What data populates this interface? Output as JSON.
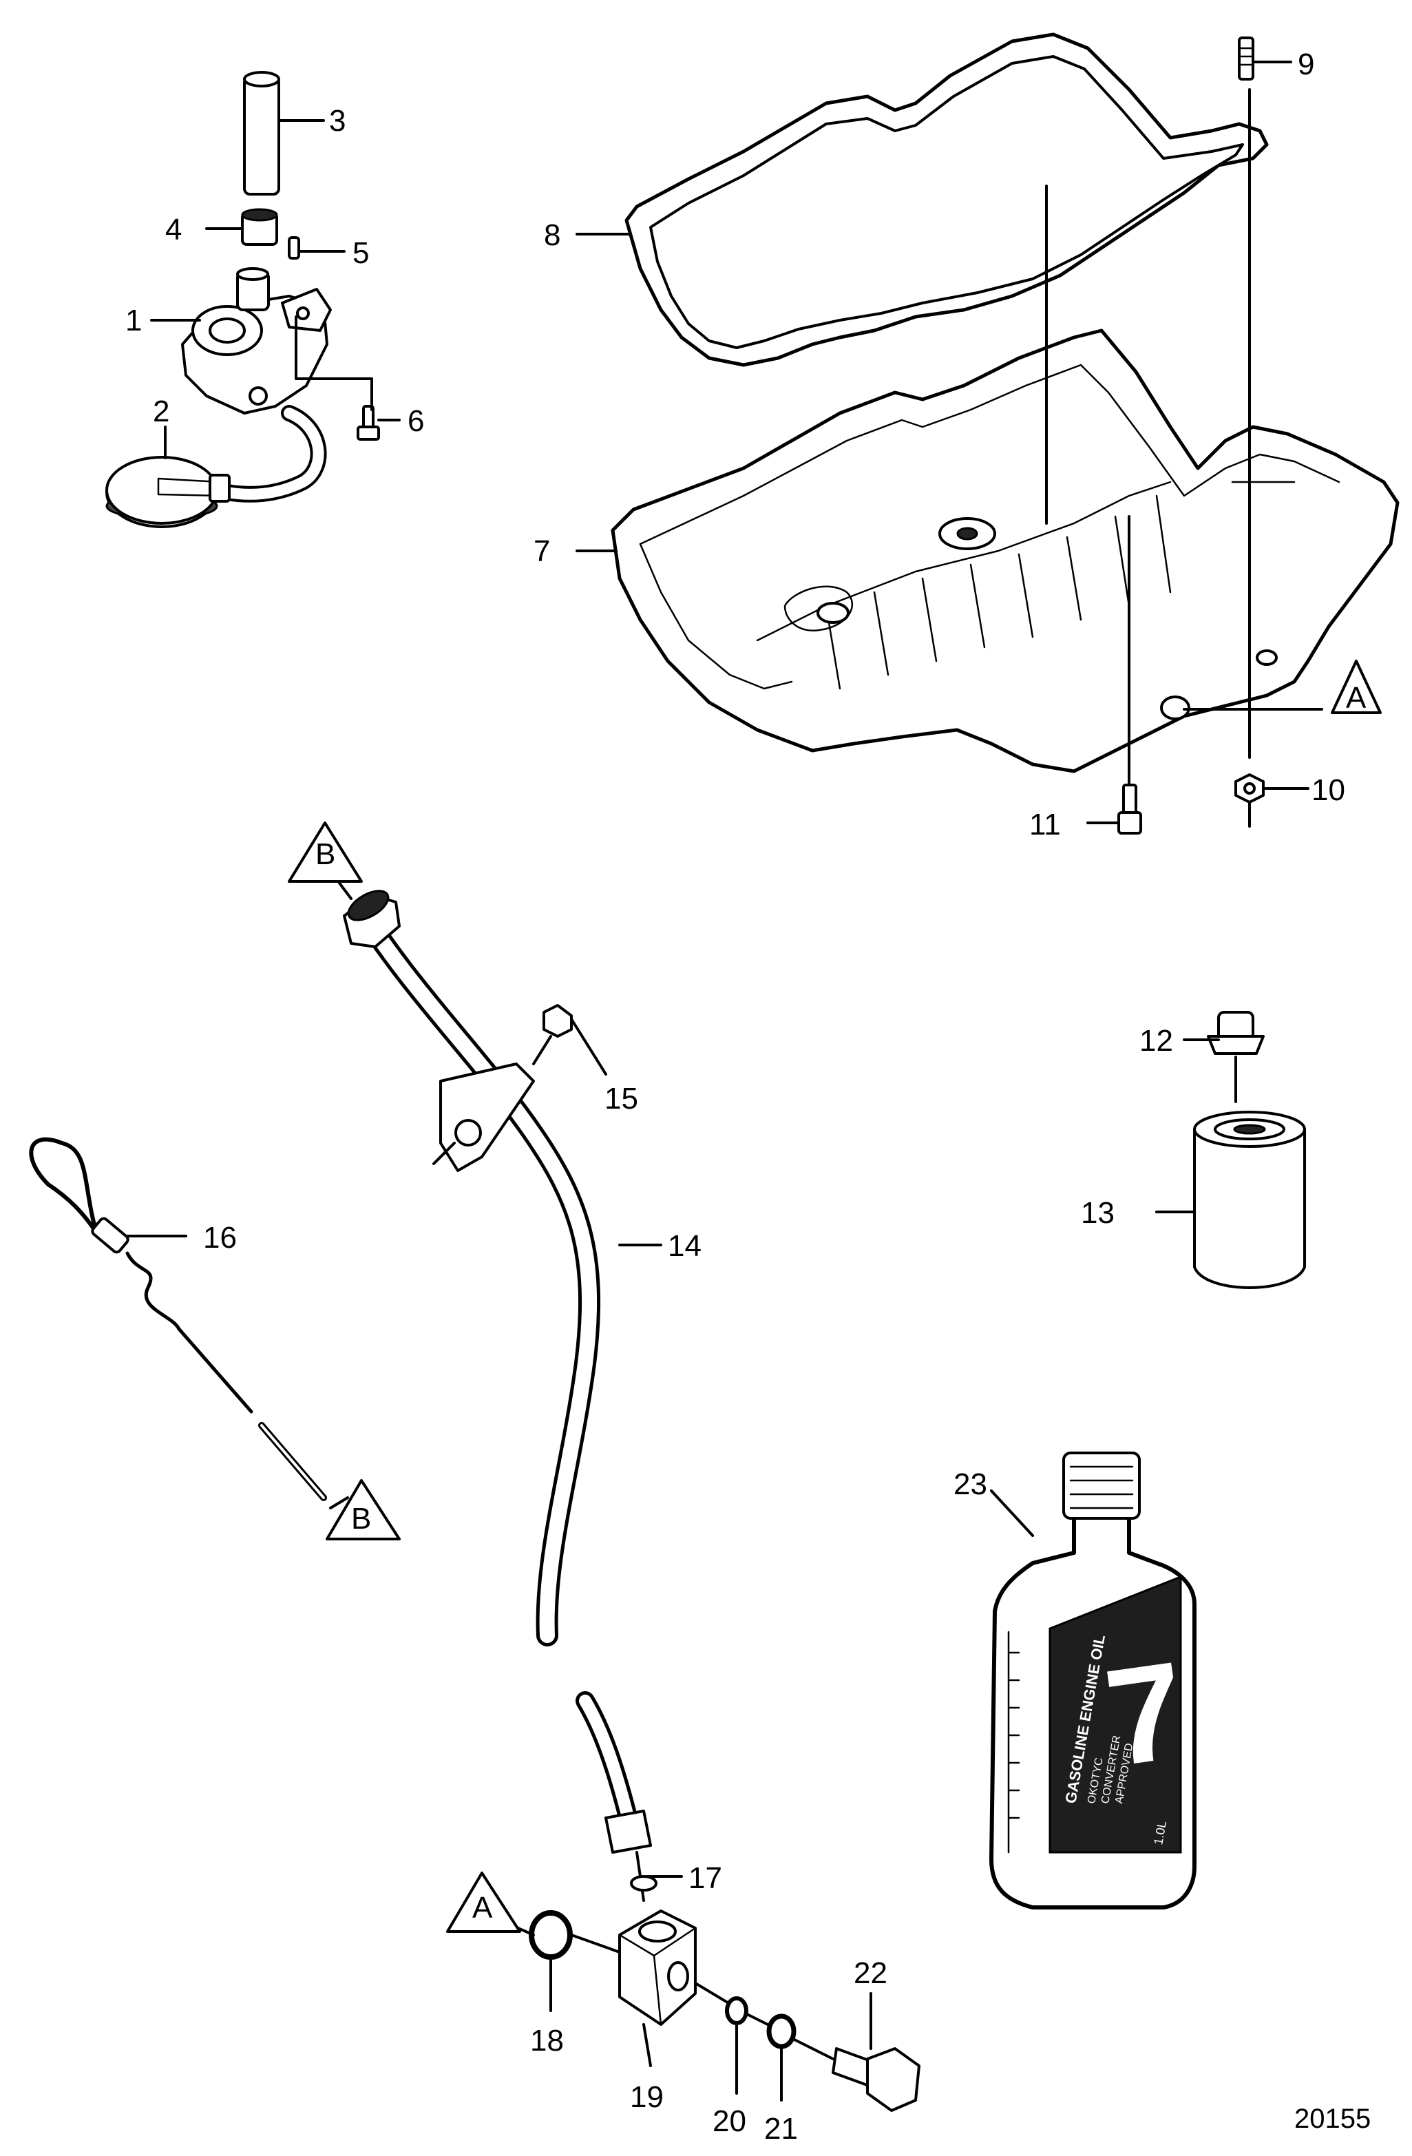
{
  "figure_number": "20155",
  "callouts": [
    "A",
    "B"
  ],
  "parts": [
    "1",
    "2",
    "3",
    "4",
    "5",
    "6",
    "7",
    "8",
    "9",
    "10",
    "11",
    "12",
    "13",
    "14",
    "15",
    "16",
    "17",
    "18",
    "19",
    "20",
    "21",
    "22",
    "23"
  ],
  "oil_bottle_label": {
    "line1": "GASOLINE ENGINE OIL",
    "line2": "OKOTYC",
    "line3": "CONVERTER",
    "line4": "APPROVED",
    "volume": "1.0L",
    "logo": "7"
  }
}
